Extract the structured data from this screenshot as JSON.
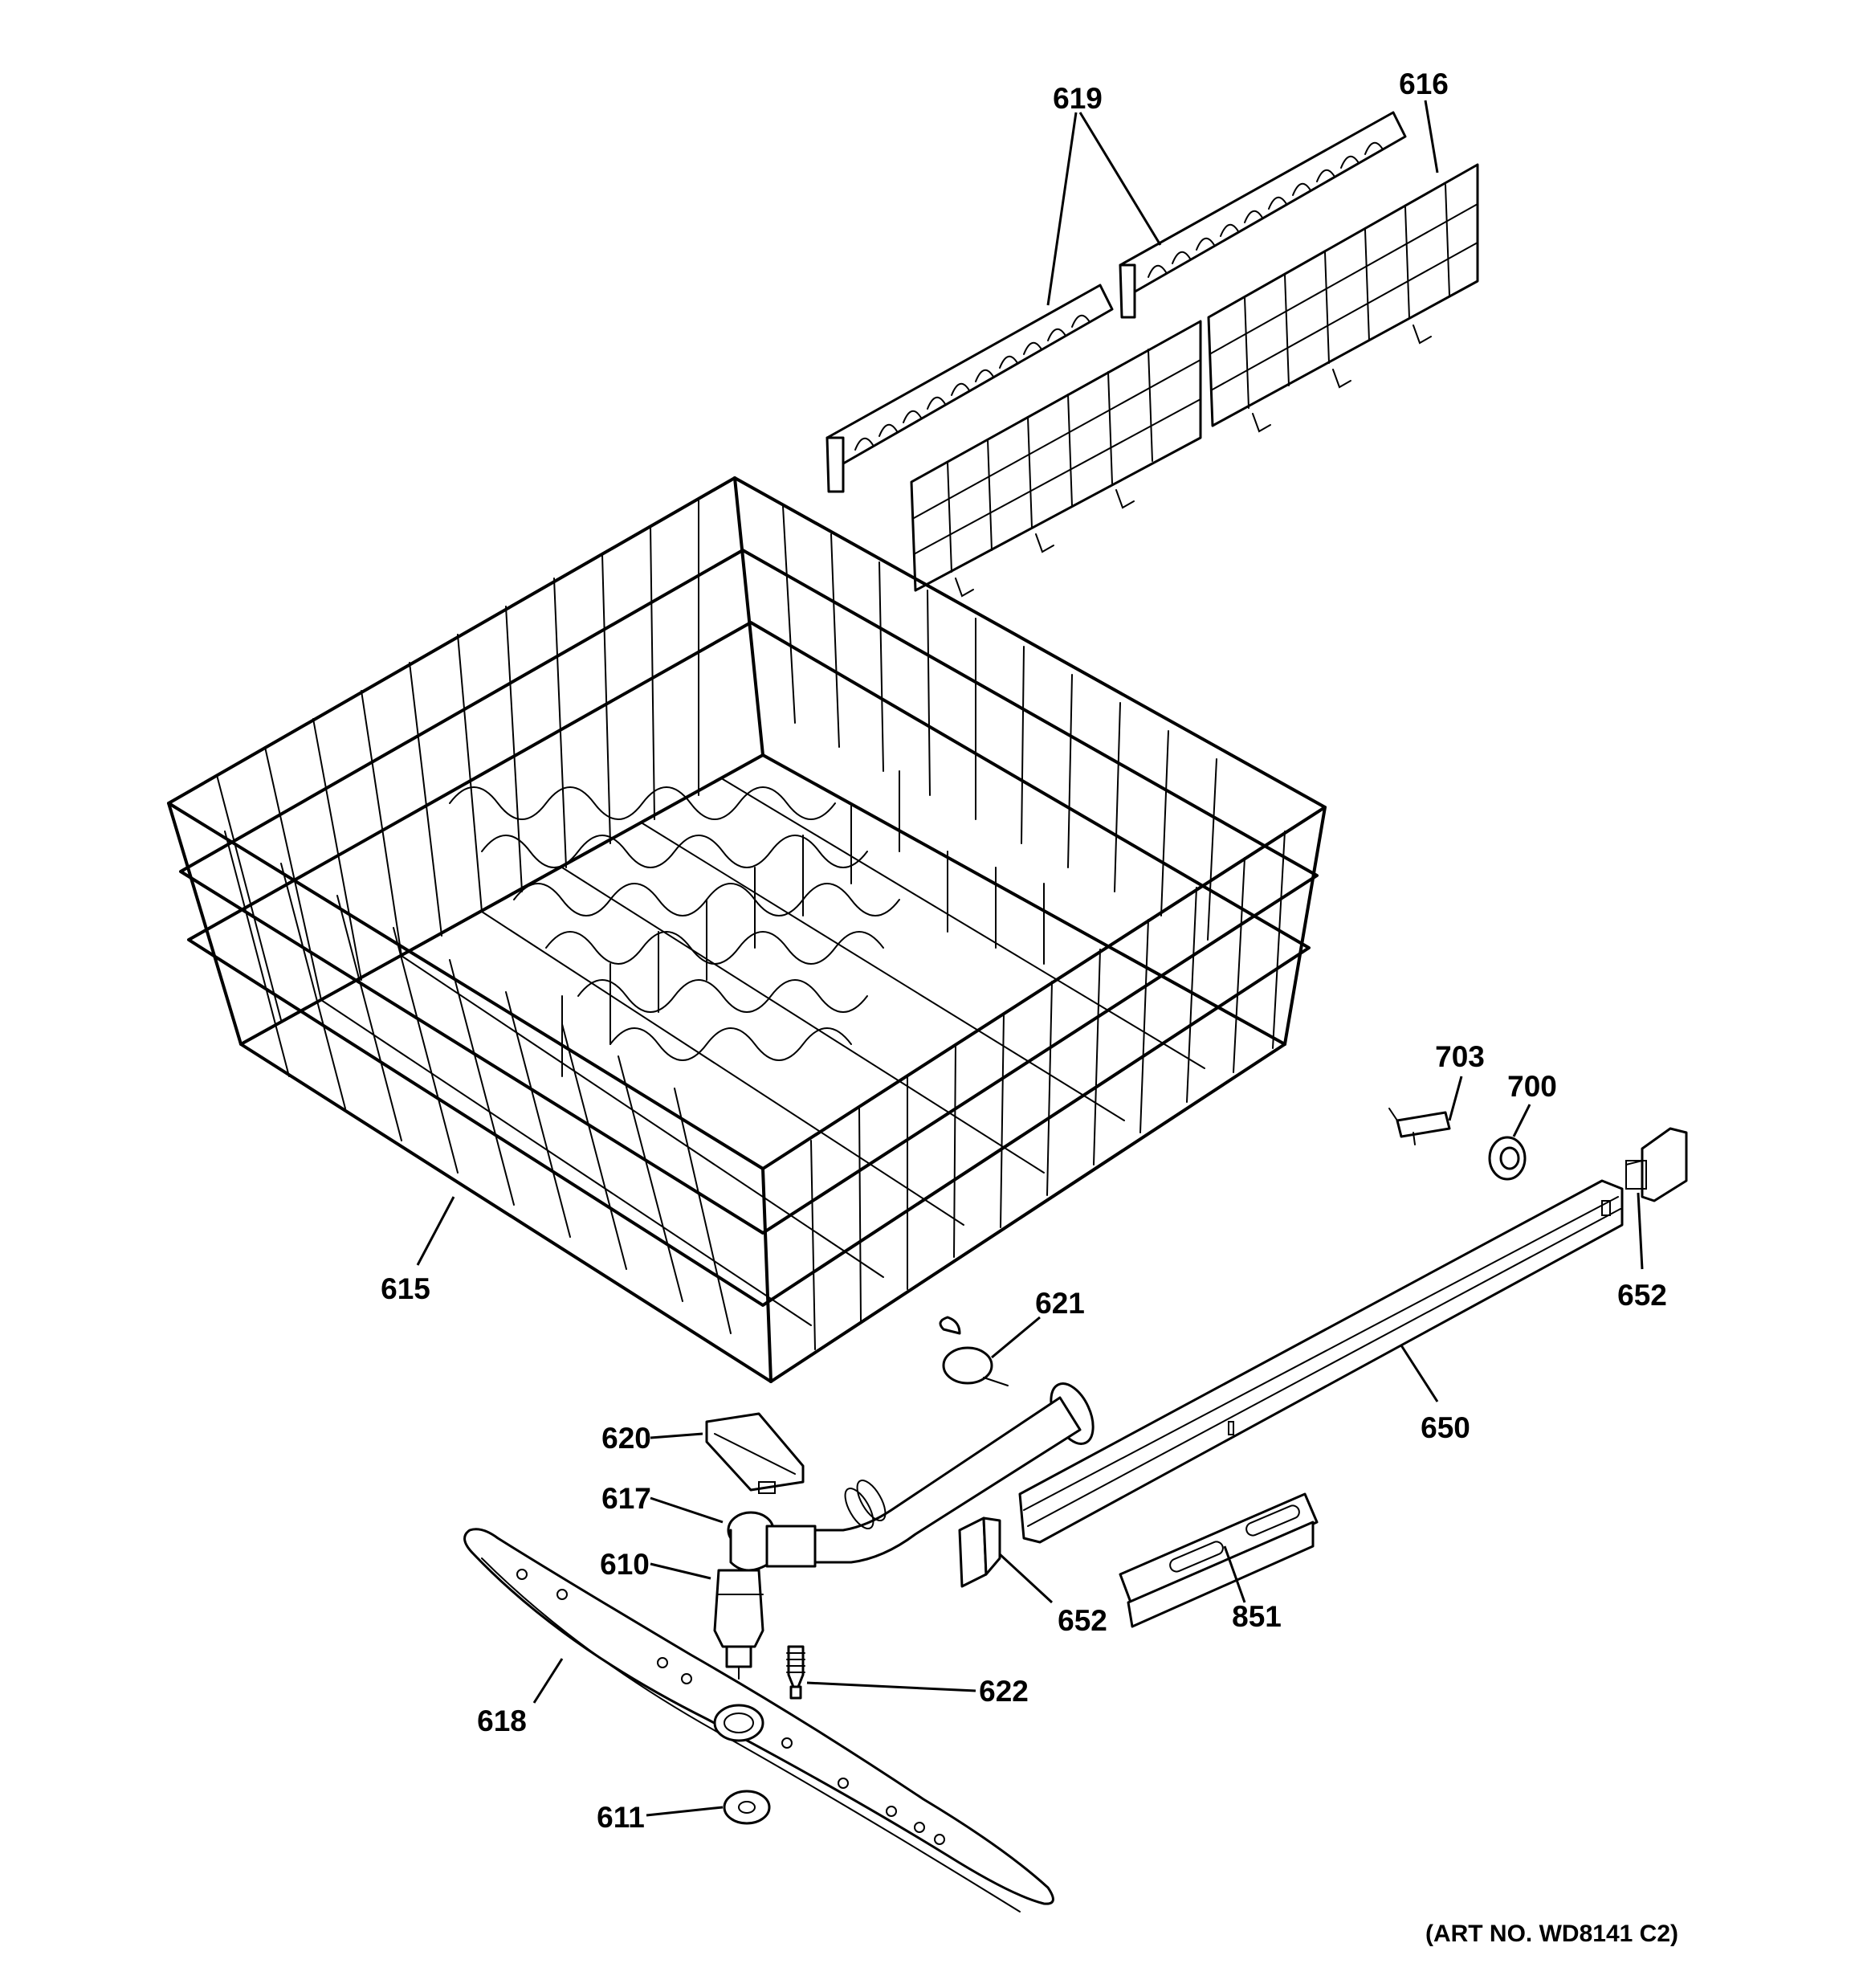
{
  "callouts": {
    "c619": "619",
    "c616": "616",
    "c615": "615",
    "c703": "703",
    "c700": "700",
    "c652a": "652",
    "c621": "621",
    "c650": "650",
    "c620": "620",
    "c617": "617",
    "c610": "610",
    "c652b": "652",
    "c851": "851",
    "c622": "622",
    "c618": "618",
    "c611": "611"
  },
  "art_number": "(ART NO. WD8141 C2)"
}
